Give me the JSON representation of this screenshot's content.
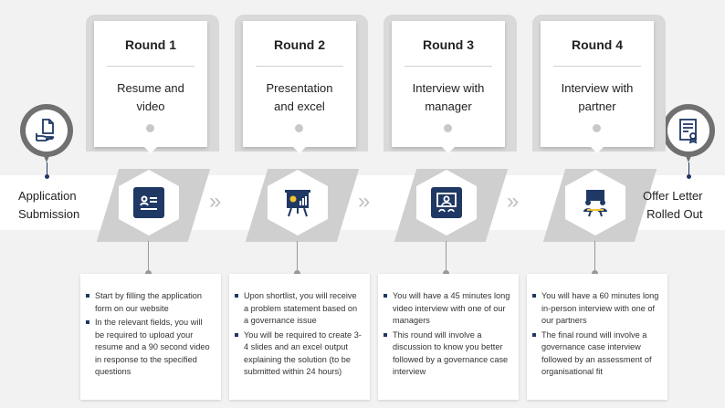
{
  "start": {
    "label_line1": "Application",
    "label_line2": "Submission",
    "icon": "hand-document-icon"
  },
  "end": {
    "label_line1": "Offer Letter",
    "label_line2": "Rolled Out",
    "icon": "certificate-icon"
  },
  "chevron_glyph": "»",
  "accent_color": "#1f3864",
  "rounds": [
    {
      "title": "Round 1",
      "desc_line1": "Resume and",
      "desc_line2": "video",
      "icon": "resume-card-icon",
      "bullets": [
        "Start by filling the application form on our website",
        "In the relevant fields, you will be required to upload your resume and a 90 second video in response to the specified questions"
      ]
    },
    {
      "title": "Round 2",
      "desc_line1": "Presentation",
      "desc_line2": "and excel",
      "icon": "presentation-board-icon",
      "bullets": [
        "Upon shortlist, you will receive a problem statement based on a governance issue",
        "You will be required to create 3-4 slides and an excel output explaining the solution (to be submitted within 24 hours)"
      ]
    },
    {
      "title": "Round 3",
      "desc_line1": "Interview with",
      "desc_line2": "manager",
      "icon": "video-call-icon",
      "bullets": [
        "You will have a 45 minutes long video interview with one of our managers",
        "This round will involve a discussion to know you better followed by a governance case interview"
      ]
    },
    {
      "title": "Round 4",
      "desc_line1": "Interview with",
      "desc_line2": "partner",
      "icon": "meeting-table-icon",
      "bullets": [
        "You will have a 60 minutes long in-person interview with one of our partners",
        "The final round will involve a governance case interview followed by an assessment of organisational fit"
      ]
    }
  ]
}
